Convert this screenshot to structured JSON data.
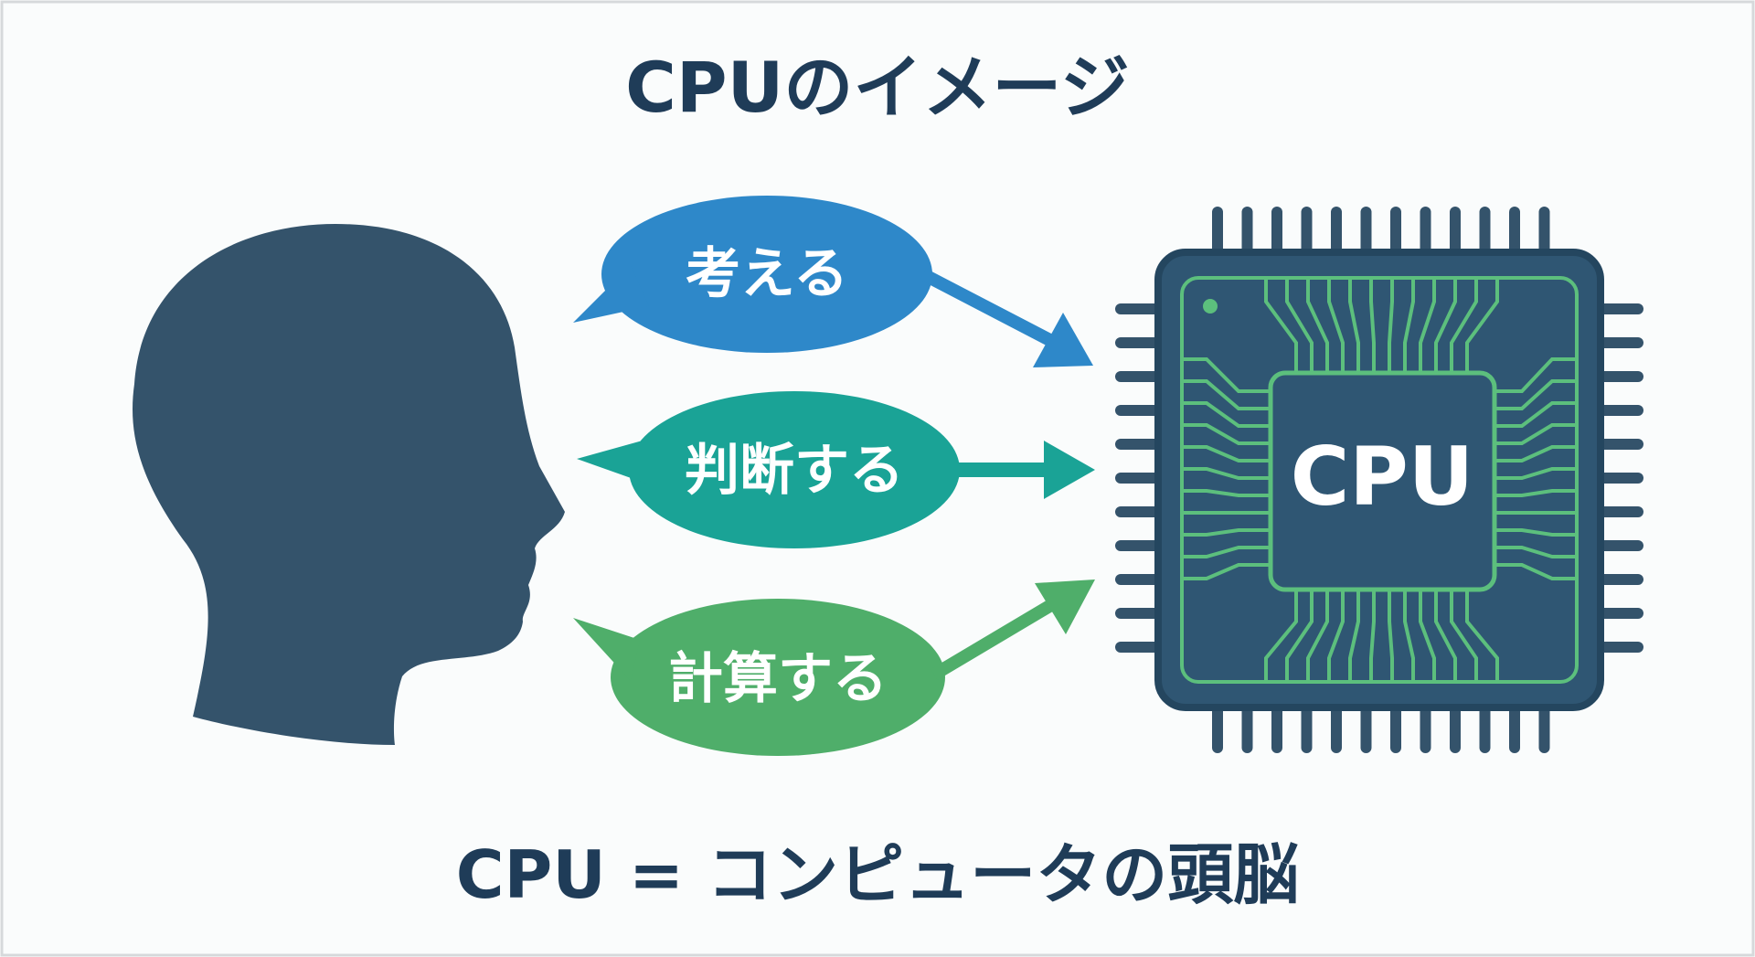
{
  "title": "CPUのイメージ",
  "bubbles": [
    {
      "label": "考える",
      "color": "#2e88c9"
    },
    {
      "label": "判断する",
      "color": "#1aa396"
    },
    {
      "label": "計算する",
      "color": "#4fae6a"
    }
  ],
  "chip": {
    "label": "CPU",
    "body_color": "#2f5673",
    "trace_color": "#5cbf7d"
  },
  "head_color": "#34536b",
  "caption": "CPU = コンピュータの頭脳"
}
